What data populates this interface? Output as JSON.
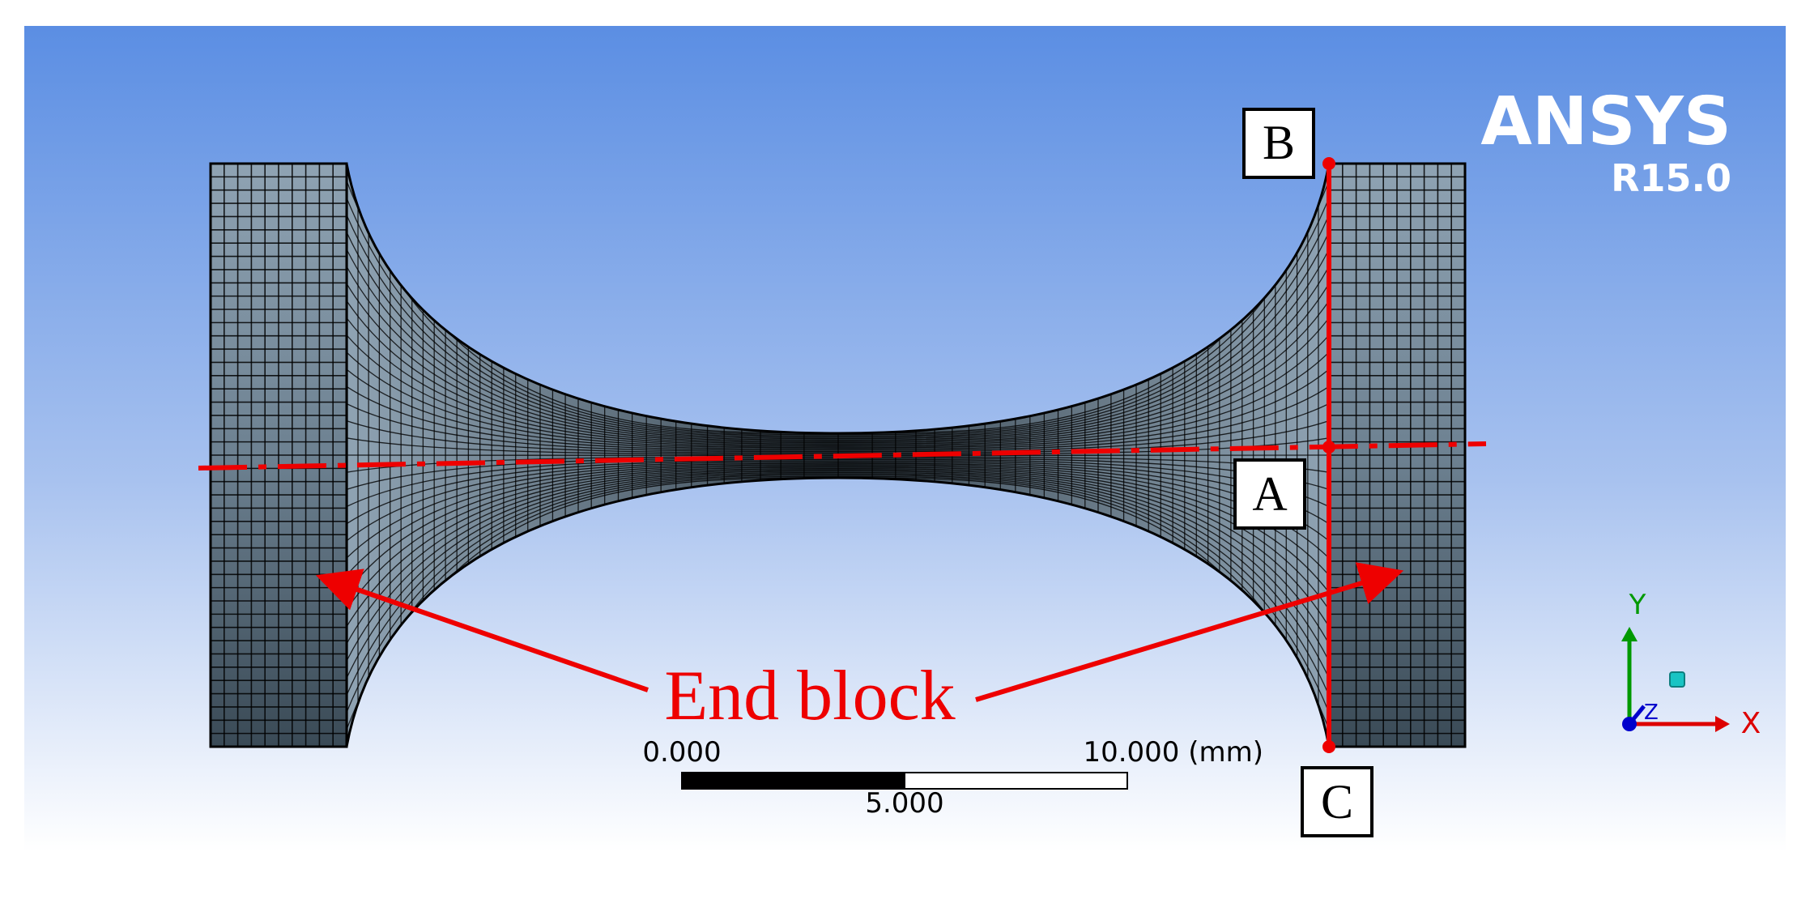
{
  "viewport": {
    "brand": "ANSYS",
    "version": "R15.0",
    "colors": {
      "background_top": "#5b8ee3",
      "background_bottom": "#ffffff",
      "mesh_fill": "#2a3a46",
      "mesh_line": "#000000",
      "annotation_red": "#ee0000"
    }
  },
  "points": {
    "a": "A",
    "b": "B",
    "c": "C"
  },
  "annotation": {
    "label": "End block"
  },
  "scale_bar": {
    "left_label": "0.000",
    "mid_label": "5.000",
    "right_label": "10.000 (mm)"
  },
  "triad": {
    "x_label": "X",
    "y_label": "Y",
    "z_label": "Z",
    "colors": {
      "x": "#dd0000",
      "y": "#009900",
      "z": "#0000cc"
    }
  }
}
